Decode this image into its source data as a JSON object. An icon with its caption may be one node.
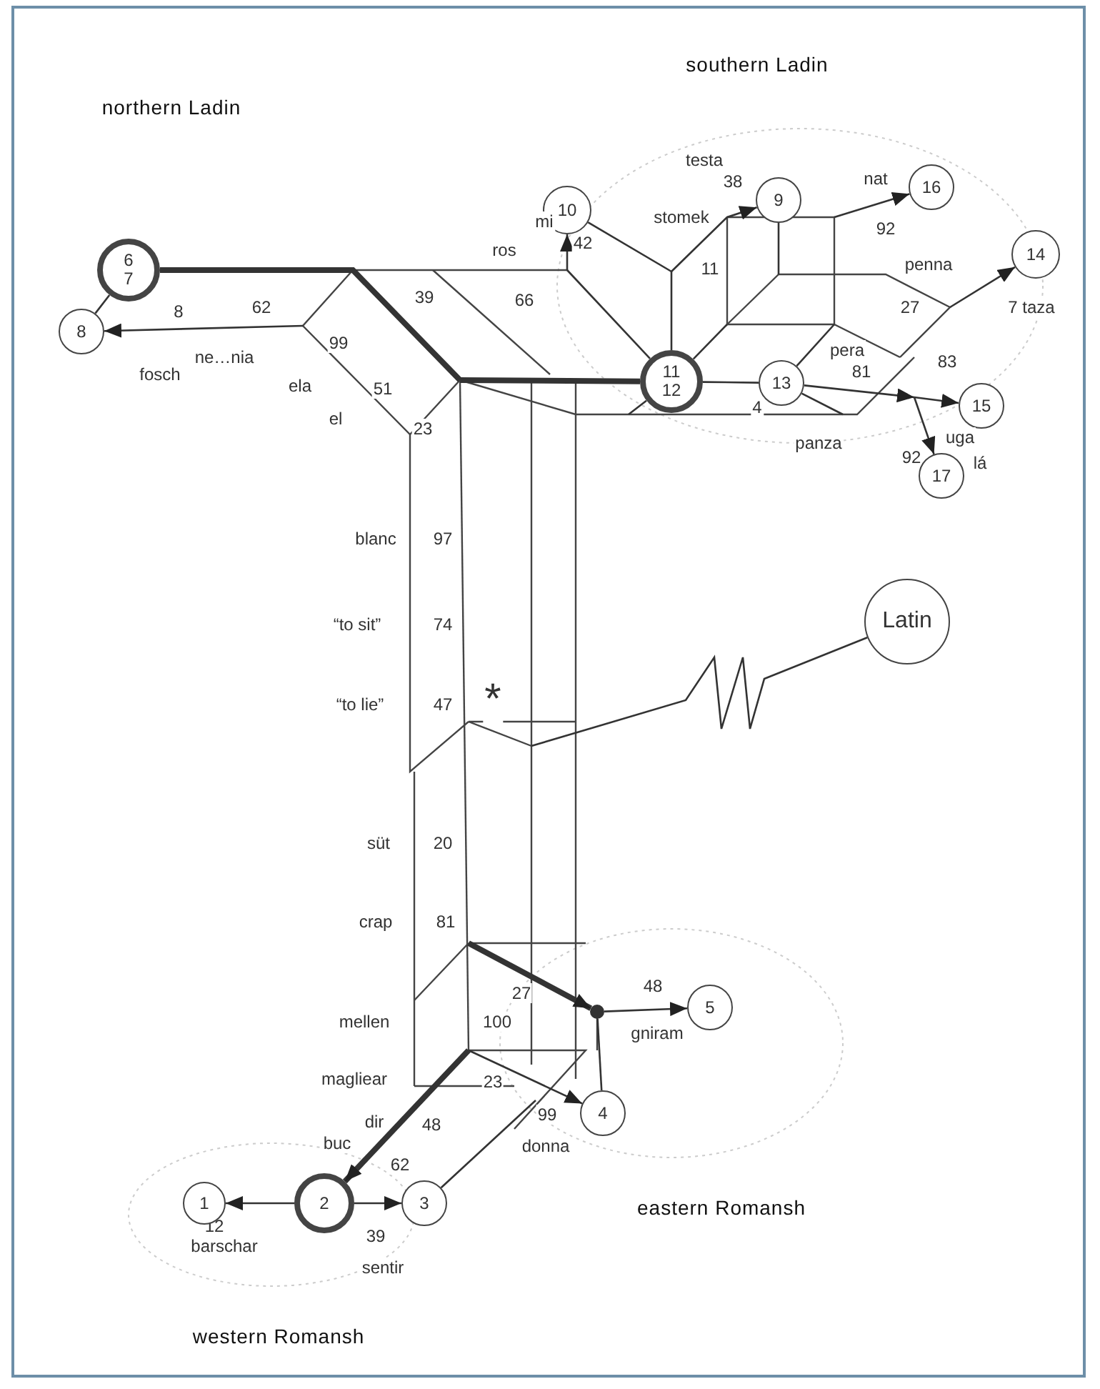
{
  "diagram": {
    "nodes": [
      {
        "text": [
          "10"
        ]
      },
      {
        "text": [
          "9"
        ]
      },
      {
        "text": [
          "16"
        ]
      },
      {
        "text": [
          "6 7"
        ]
      },
      {
        "text": [
          "14"
        ]
      },
      {
        "text": [
          "8"
        ]
      },
      {
        "text": [
          "11 12"
        ]
      },
      {
        "text": [
          "13"
        ]
      },
      {
        "text": [
          "15"
        ]
      },
      {
        "text": [
          "17"
        ]
      },
      {
        "text": [
          "Latin"
        ]
      },
      {
        "text": [],
        "shape": "circle"
      },
      {
        "text": [
          "5"
        ]
      },
      {
        "text": [
          "4"
        ]
      },
      {
        "text": [
          "1"
        ]
      },
      {
        "text": [
          "2"
        ]
      },
      {
        "text": [
          "3"
        ]
      }
    ],
    "edges": [
      {
        "from": 3,
        "to": 5,
        "arrow": "none"
      },
      {
        "from": null,
        "to": 5,
        "arrow": "to",
        "label": "8"
      },
      {
        "from": null,
        "to": 0,
        "arrow": "to",
        "label": "42"
      },
      {
        "from": null,
        "to": 1,
        "arrow": "to",
        "label": "38"
      },
      {
        "from": null,
        "to": 2,
        "arrow": "to",
        "label": "92"
      },
      {
        "from": null,
        "to": 4,
        "arrow": "to",
        "label": "7 taza"
      },
      {
        "from": null,
        "to": 8,
        "arrow": "to",
        "label": "83"
      },
      {
        "from": null,
        "to": 9,
        "arrow": "to",
        "label": "92"
      },
      {
        "from": 6,
        "to": 7,
        "arrow": "none"
      },
      {
        "from": 10,
        "to": null,
        "arrow": "none"
      },
      {
        "from": 11,
        "to": 12,
        "arrow": "to",
        "label": "48"
      },
      {
        "from": 13,
        "to": 11,
        "arrow": "none"
      },
      {
        "from": null,
        "to": 11,
        "arrow": "to",
        "label": "27",
        "style": "thick"
      },
      {
        "from": null,
        "to": 13,
        "arrow": "to",
        "label": "99"
      },
      {
        "from": 15,
        "to": 14,
        "arrow": "to",
        "label": "12"
      },
      {
        "from": 15,
        "to": 16,
        "arrow": "to",
        "label": "39"
      },
      {
        "from": 16,
        "to": null,
        "arrow": "none"
      },
      {
        "from": null,
        "to": 15,
        "arrow": "to",
        "label": "62",
        "style": "thick"
      },
      {
        "from": 3,
        "to": null,
        "arrow": "none",
        "style": "thick"
      },
      {
        "from": 6,
        "to": null,
        "arrow": "none",
        "style": "thick"
      },
      {
        "from": 6,
        "to": null,
        "arrow": "none"
      },
      {
        "from": 6,
        "to": null,
        "arrow": "none"
      },
      {
        "from": 6,
        "to": null,
        "arrow": "none"
      },
      {
        "from": 0,
        "to": null,
        "arrow": "none"
      },
      {
        "from": 1,
        "to": null,
        "arrow": "none"
      },
      {
        "from": 6,
        "to": null,
        "arrow": "none"
      },
      {
        "from": 7,
        "to": null,
        "arrow": "none"
      },
      {
        "from": 7,
        "to": null,
        "arrow": "none"
      },
      {
        "from": 7,
        "to": null,
        "arrow": "to",
        "label": "81"
      }
    ],
    "labels": [
      "southern Ladin",
      "northern Ladin",
      "ros",
      "39",
      "66",
      "mi",
      "testa",
      "stomek",
      "11",
      "nat",
      "penna",
      "27",
      "pera",
      "4",
      "uga",
      "panza",
      "lá",
      "62",
      "ne…nia",
      "fosch",
      "99",
      "ela",
      "51",
      "el",
      "23",
      "blanc",
      "97",
      "“to sit”",
      "74",
      "“to lie”",
      "47",
      "*",
      "süt",
      "20",
      "crap",
      "81",
      "mellen",
      "100",
      "magliear",
      "23",
      "dir",
      "48",
      "buc",
      "donna",
      "gniram",
      "eastern Romansh",
      "barschar",
      "sentir",
      "western Romansh"
    ]
  }
}
